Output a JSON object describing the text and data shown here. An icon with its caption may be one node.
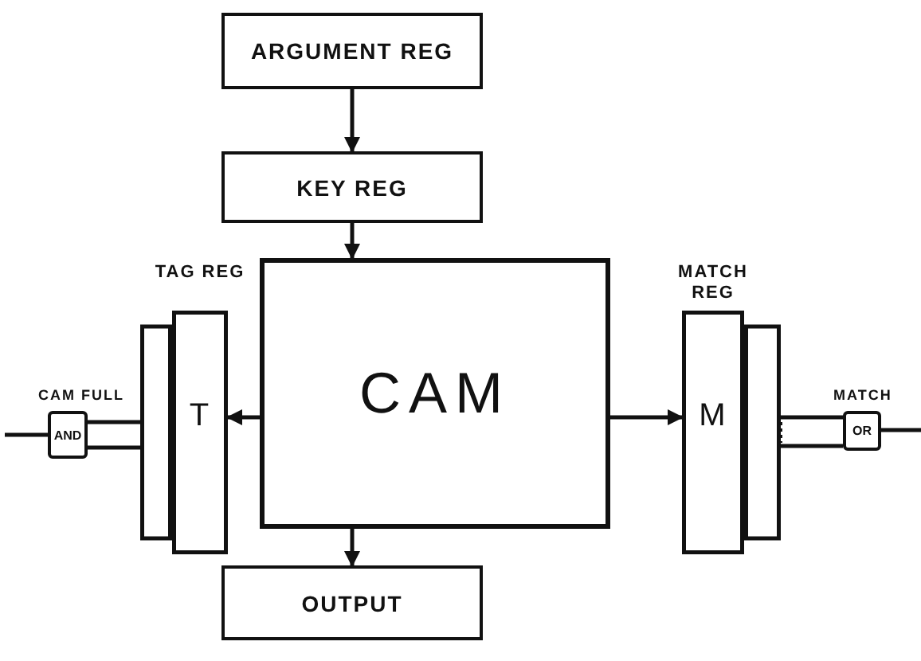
{
  "diagram": {
    "nodes": [
      {
        "text": [
          "ARGUMENT REG"
        ]
      },
      {
        "text": [
          "KEY REG"
        ]
      },
      {
        "text": [
          "CAM"
        ]
      },
      {
        "text": [
          "OUTPUT"
        ]
      },
      {
        "text": [
          "TAG REG",
          "T"
        ]
      },
      {
        "text": [
          "MATCH REG",
          "M"
        ]
      },
      {
        "text": [
          "AND"
        ],
        "beside": [
          "CAM FULL"
        ]
      },
      {
        "text": [
          "OR"
        ],
        "beside": [
          "MATCH"
        ]
      }
    ],
    "edges": [
      {
        "from": 0,
        "to": 1,
        "arrow": "to"
      },
      {
        "from": 1,
        "to": 2,
        "arrow": "to"
      },
      {
        "from": 2,
        "to": 4,
        "arrow": "to"
      },
      {
        "from": 2,
        "to": 5,
        "arrow": "to"
      },
      {
        "from": 2,
        "to": 3,
        "arrow": "to"
      },
      {
        "from": 6,
        "to": 4,
        "arrow": "none"
      },
      {
        "from": 6,
        "to": 4,
        "arrow": "none"
      },
      {
        "from": null,
        "to": 6,
        "arrow": "none"
      },
      {
        "from": 5,
        "to": 7,
        "arrow": "none"
      },
      {
        "from": 5,
        "to": 7,
        "arrow": "none"
      },
      {
        "from": 7,
        "to": null,
        "arrow": "none"
      }
    ]
  }
}
